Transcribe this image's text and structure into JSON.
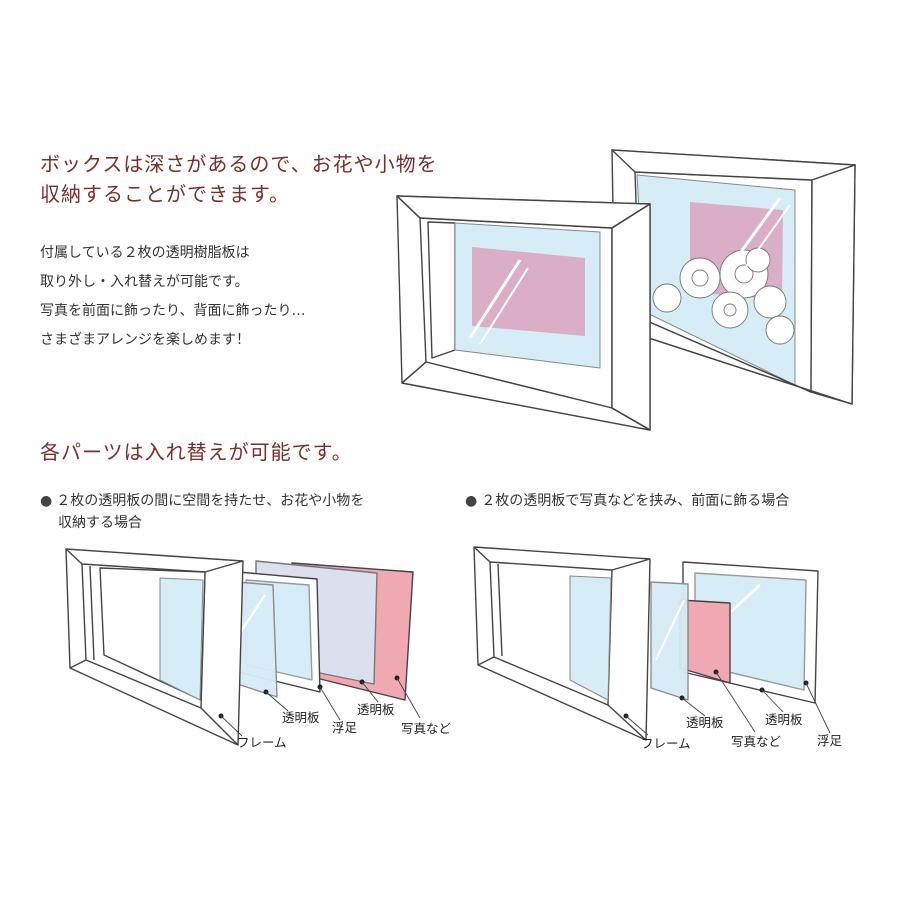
{
  "intro": {
    "heading_line1": "ボックスは深さがあるので、お花や小物を",
    "heading_line2": "収納することができます。",
    "body_lines": [
      "付属している２枚の透明樹脂板は",
      "取り外し・入れ替えが可能です。",
      "写真を前面に飾ったり、背面に飾ったり…",
      "さまざまアレンジを楽しめます！"
    ]
  },
  "parts": {
    "heading": "各パーツは入れ替えが可能です。",
    "left_case": {
      "bullet": "●",
      "line1": "２枚の透明板の間に空間を持たせ、お花や小物を",
      "line2": "収納する場合",
      "labels": {
        "frame": "フレーム",
        "panel1": "透明板",
        "spacer": "浮足",
        "panel2": "透明板",
        "photo": "写真など"
      }
    },
    "right_case": {
      "bullet": "●",
      "line1": "２枚の透明板で写真などを挟み、前面に飾る場合",
      "labels": {
        "frame": "フレーム",
        "panel1": "透明板",
        "photo": "写真など",
        "panel2": "透明板",
        "spacer": "浮足"
      }
    }
  },
  "colors": {
    "heading": "#7a2e28",
    "glass": "#d6ecf7",
    "photo_pink": "#f0a8b2",
    "photo_mauve": "#d9aec6",
    "line": "#444444"
  }
}
